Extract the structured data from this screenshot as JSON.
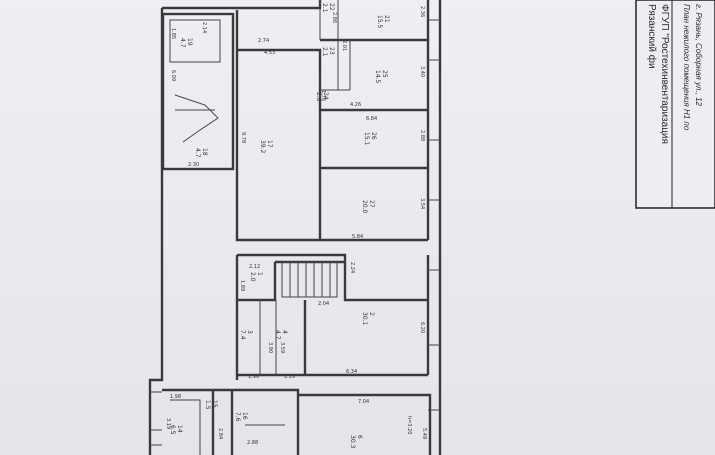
{
  "stamp": {
    "line1": "Рязанский фи",
    "line2": "ФГУП \"Ростехинвентаризация",
    "line3": "План нежилого помещения Н1 по",
    "line4": "г. Рязань, Соборная ул., 12"
  },
  "rooms": [
    {
      "num": "21",
      "area": "15.5"
    },
    {
      "num": "22",
      "area": "2.1"
    },
    {
      "num": "23",
      "area": "2.1"
    },
    {
      "num": "24",
      "area": "2.0"
    },
    {
      "num": "25",
      "area": "14.5"
    },
    {
      "num": "26",
      "area": "15.1"
    },
    {
      "num": "27",
      "area": "20.0"
    },
    {
      "num": "17",
      "area": "39.2"
    },
    {
      "num": "18",
      "area": "4.7"
    },
    {
      "num": "19",
      "area": "4.7"
    },
    {
      "num": "1",
      "area": "2.0"
    },
    {
      "num": "2",
      "area": "30.1"
    },
    {
      "num": "3",
      "area": "7.4"
    },
    {
      "num": "4",
      "area": "4.7"
    },
    {
      "num": "16",
      "area": "7.6"
    },
    {
      "num": "15",
      "area": "1.5"
    },
    {
      "num": "14",
      "area": "6.5"
    },
    {
      "num": "6",
      "area": "30.3"
    }
  ],
  "dims": [
    "2.36",
    "3.40",
    "2.88",
    "3.54",
    "5.84",
    "6.84",
    "4.26",
    "9.78",
    "4.53",
    "2.74",
    "2.24",
    "6.20",
    "6.34",
    "2.04",
    "3.90",
    "3.59",
    "7.04",
    "5.49",
    "2.84",
    "2.88",
    "1.98",
    "2.30",
    "6.09",
    "1.85",
    "2.14",
    "2.86",
    "2.01",
    "1.76",
    "2.12",
    "1.89",
    "1.19",
    "1.96",
    "3.19",
    "h=3.20"
  ]
}
